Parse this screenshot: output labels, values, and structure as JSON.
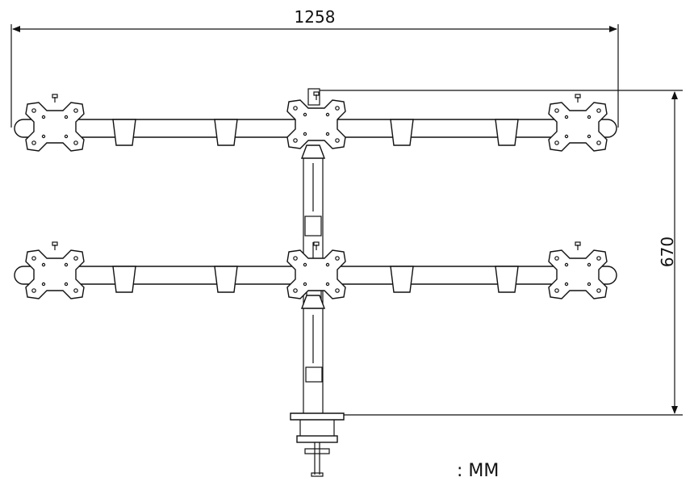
{
  "dimensions": {
    "width_label": "1258",
    "height_label": "670"
  },
  "unit_note": ": MM"
}
